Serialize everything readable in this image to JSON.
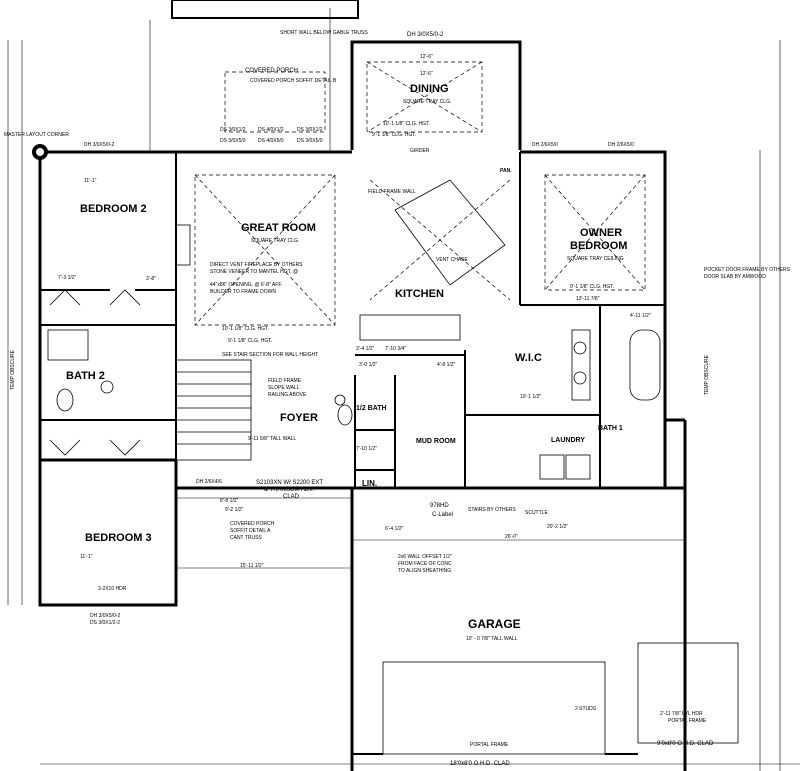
{
  "rooms": {
    "bedroom2": "BEDROOM 2",
    "great_room": "GREAT ROOM",
    "great_room_sub": "SQUARE TRAY CLG.",
    "kitchen": "KITCHEN",
    "dining": "DINING",
    "dining_sub": "SQUARE TRAY CLG.",
    "owner_bedroom_1": "OWNER",
    "owner_bedroom_2": "BEDROOM",
    "owner_sub": "SQUARE TRAY CEILING",
    "bath2": "BATH 2",
    "foyer": "FOYER",
    "wic": "W.I.C",
    "half_bath": "1/2 BATH",
    "mud_room": "MUD ROOM",
    "laundry": "LAUNDRY",
    "bath1": "BATH 1",
    "lin": "LIN.",
    "bedroom3": "BEDROOM 3",
    "garage": "GARAGE",
    "garage_sub": "10' - 0 7/8\" TALL WALL",
    "covered_porch": "COVERED PORCH",
    "pan": "PAN."
  },
  "notes": {
    "master_corner": "MASTER LAYOUT CORNER",
    "short_wall": "SHORT WALL BELOW GABLE TRUSS",
    "porch_soffit": "COVERED PORCH SOFFIT DETAIL B",
    "fireplace_1": "DIRECT VENT FIREPLACE BY OTHERS",
    "fireplace_2": "STONE VENEER TO MANTEL HGT. @",
    "fireplace_3": "44\"x86\" OPENING, @ 6'-8\" AFF.",
    "fireplace_4": "BUILDER TO FRAME DOWN",
    "pocket_door_1": "POCKET DOOR FRAME BY OTHERS",
    "pocket_door_2": "DOOR SLAB BY AMWOOD",
    "stair_section": "SEE STAIR SECTION FOR WALL HEIGHT",
    "field_frame_1": "FIELD FRAME",
    "field_frame_2": "SLOPE WALL",
    "field_frame_3": "RAILING ABOVE",
    "front_door_1": "S2103XN W/ S2200 EXT",
    "front_door_2": "& TRANSOM ABV.",
    "front_door_3": "CLAD",
    "wall_offset_1": "2x6 WALL OFFSET 1/2\"",
    "wall_offset_2": "FROM FACE OF CONC",
    "wall_offset_3": "TO ALIGN SHEATHING",
    "cant_truss_1": "COVERED PORCH",
    "cant_truss_2": "SOFFIT DETAIL A",
    "cant_truss_3": "CANT TRUSS",
    "stairs_by_others": "STAIRS BY OTHERS",
    "scuttle": "SCUTTLE",
    "c_label": "C-Label",
    "field_frame_wall": "FIELD FRAME WALL",
    "vent_chase": "VENT CHASE",
    "garage_door_1": "18'0x8'0 O.H.D. CLAD",
    "garage_door_2": "9'0x8'0 O.H.D. CLAD",
    "portal_frame": "PORTAL FRAME",
    "girder": "GIRDER",
    "temp_obscure": "TEMP OBSCURE"
  },
  "windows": {
    "dh_top": "DH 3/0X5/0-2",
    "ds_left": "DS 3/0X1/2",
    "ds_left2": "DS 3/0X5/0",
    "ds_mid": "DS 4/0X1/2",
    "ds_mid2": "DS 4/0X5/0",
    "ds_right": "DS 3/0X1/2",
    "ds_right2": "DS 3/0X5/0",
    "dh_bed2": "DH 3/0X5/0-2",
    "dh_dining": "DH 2/6X5/0",
    "dh_owner": "DH 2/6X5/0",
    "dh_bed3_1": "DH 3/0X5/0-2",
    "dh_bed3_2": "DS 3/0X1/2-2",
    "dh_foyer": "DH 2/6X4/6"
  },
  "dimensions": {
    "d1": "11'-1\"",
    "d2": "12'-6\"",
    "d3": "10'-1 1/8\" CLG. HGT.",
    "d4": "10'-1 1/8\" CLG. HGT.",
    "d5": "9'-1 1/8\" CLG. HGT.",
    "d6": "9'-1 1/8\" CLG. HGT.",
    "d7": "9'-1 1/8\" CLG. HGT.",
    "d8": "15'-11 1/2\"",
    "d9": "26'-0\"",
    "d10": "20'-2 1/2\"",
    "d11": "6'-4 1/2\"",
    "d12": "9'-2 1/2\"",
    "d13": "8'-8 1/2\"",
    "d14": "3'-0 1/2\"",
    "d15": "4'-8 1/2\"",
    "d16": "7'-10 3/4\"",
    "d17": "10'-1 1/2\"",
    "d18": "13'-11 7/8\"",
    "d19": "4'-11 1/2\"",
    "d20": "7'-3 1/2\"",
    "d21": "3'-8\"",
    "d22": "9'-11 5/8\" TALL WALL",
    "d23": "3'-4 1/2\"",
    "d24": "7'-10 1/2\"",
    "d25": "12'-6\"",
    "d26": "11'-1\"",
    "d27": "978HD",
    "d28": "2'-11 7/8\" LVL HDR",
    "d29": "3-2X10 HDR",
    "d30": "2 STUDS"
  }
}
